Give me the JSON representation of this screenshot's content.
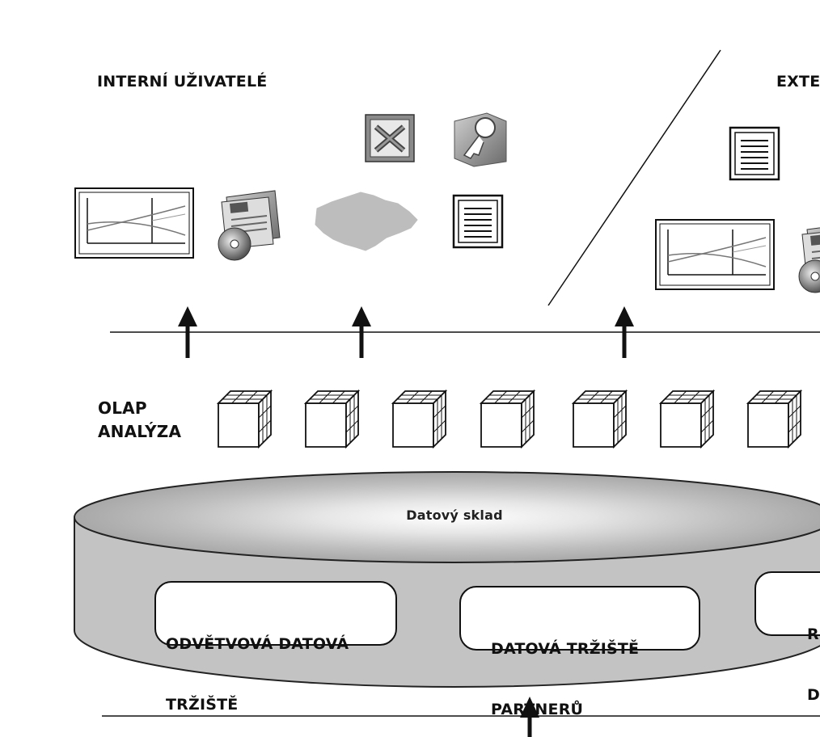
{
  "sections": {
    "internal": "INTERNÍ UŽIVATELÉ",
    "external": "EXTE"
  },
  "olap": {
    "line1": "OLAP",
    "line2": "ANALÝZA"
  },
  "warehouse": {
    "title": "Datový sklad"
  },
  "marts": [
    {
      "line1": "ODVĚTVOVÁ DATOVÁ",
      "line2": "TRŽIŠTĚ"
    },
    {
      "line1": "DATOVÁ TRŽIŠTĚ",
      "line2": "PARTNERŮ"
    },
    {
      "line1": "R",
      "line2": "D"
    }
  ],
  "icons": {
    "internal": [
      "line-chart-icon",
      "report-brochure-icon",
      "map-icon",
      "excel-icon",
      "access-key-icon",
      "document-icon"
    ],
    "external": [
      "document-icon",
      "line-chart-icon",
      "report-brochure-icon"
    ]
  },
  "cube_count": 7
}
